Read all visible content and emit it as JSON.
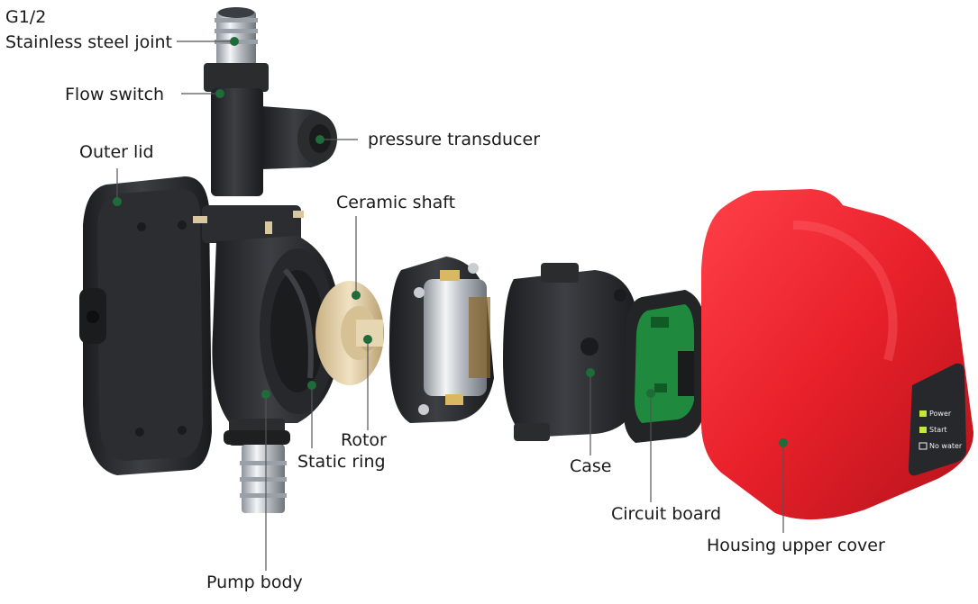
{
  "labels": {
    "g12": "G1/2",
    "stainless_joint": "Stainless steel joint",
    "flow_switch": "Flow switch",
    "pressure_transducer": "pressure transducer",
    "outer_lid": "Outer lid",
    "ceramic_shaft": "Ceramic shaft",
    "rotor": "Rotor",
    "static_ring": "Static ring",
    "case": "Case",
    "circuit_board": "Circuit board",
    "housing_upper_cover": "Housing upper cover",
    "pump_body": "Pump body"
  },
  "control_panel": {
    "power": "Power",
    "start": "Start",
    "no_water": "No water"
  },
  "colors": {
    "housing_red": "#e8202a",
    "plastic_black": "#2a2c2e",
    "marker_green": "#1f6b3a",
    "pcb_green": "#1f8a3e",
    "impeller_beige": "#e3cfa6",
    "chrome": "#c9cdd2",
    "indicator_lime": "#c6e83a"
  }
}
